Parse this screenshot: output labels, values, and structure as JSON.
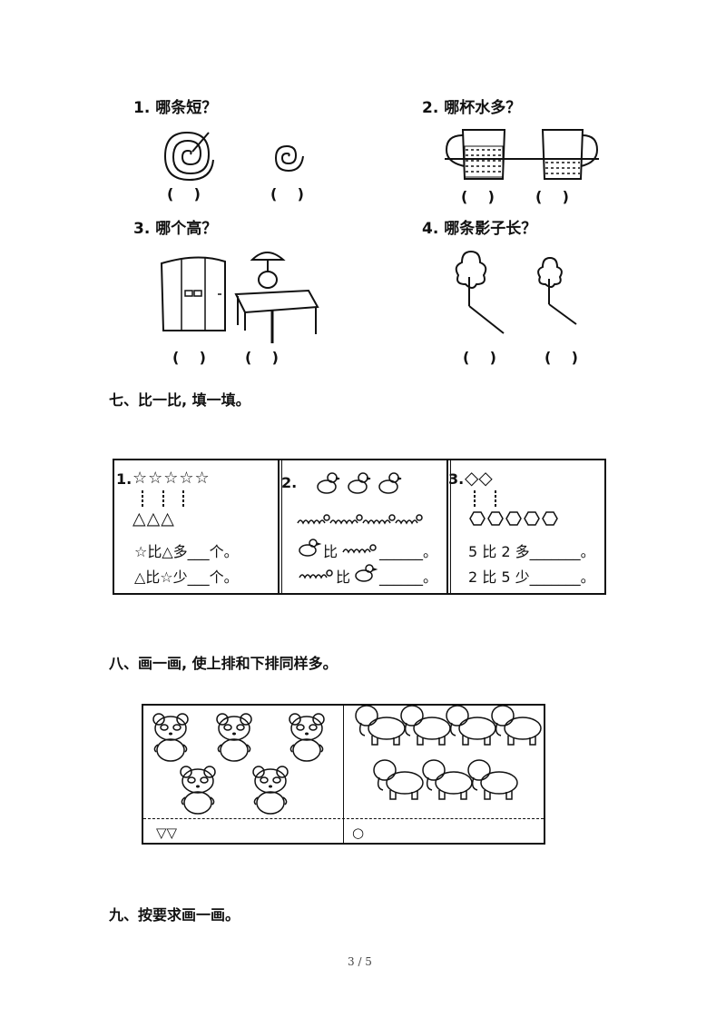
{
  "q6": {
    "items": [
      {
        "title": "1. 哪条短？",
        "parens": [
          "(    )",
          "(    )"
        ]
      },
      {
        "title": "2. 哪杯水多？",
        "parens": [
          "(    )",
          "(    )"
        ]
      },
      {
        "title": "3. 哪个高？",
        "parens": [
          "(    )",
          "(    )"
        ]
      },
      {
        "title": "4. 哪条影子长？",
        "parens": [
          "(    )",
          "(    )"
        ]
      }
    ]
  },
  "sec7": {
    "title": "七、比一比, 填一填。",
    "cell1": {
      "num": "1.",
      "stars": "☆☆☆☆☆",
      "triangles": "△△△",
      "line1": "☆比△多___个。",
      "line2": "△比☆少___个。"
    },
    "cell2": {
      "num": "2.",
      "line1_suffix": "比",
      "line1_blank": "______。",
      "line2_suffix": "比",
      "line2_blank": "______。"
    },
    "cell3": {
      "num": "3.",
      "diamonds": "◇◇",
      "line1": "5 比 2 多_______。",
      "line2": "2 比 5 少_______。"
    }
  },
  "sec8": {
    "title": "八、画一画, 使上排和下排同样多。",
    "left_answer": "▽▽",
    "right_answer": "○"
  },
  "sec9": {
    "title": "九、按要求画一画。"
  },
  "footer": {
    "page": "3 / 5"
  }
}
